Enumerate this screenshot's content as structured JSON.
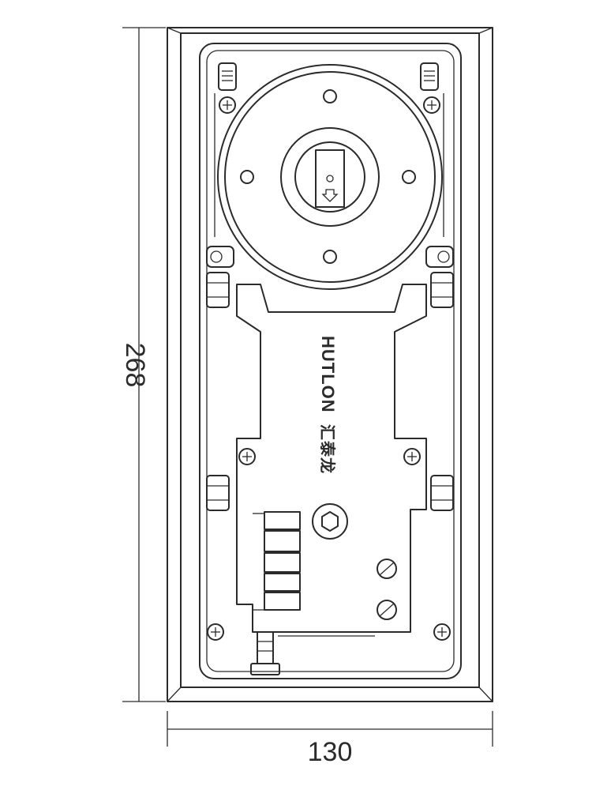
{
  "dimensions": {
    "height_label": "268",
    "width_label": "130"
  },
  "brand": {
    "name": "HUTLON",
    "mark": "汇泰龙"
  }
}
